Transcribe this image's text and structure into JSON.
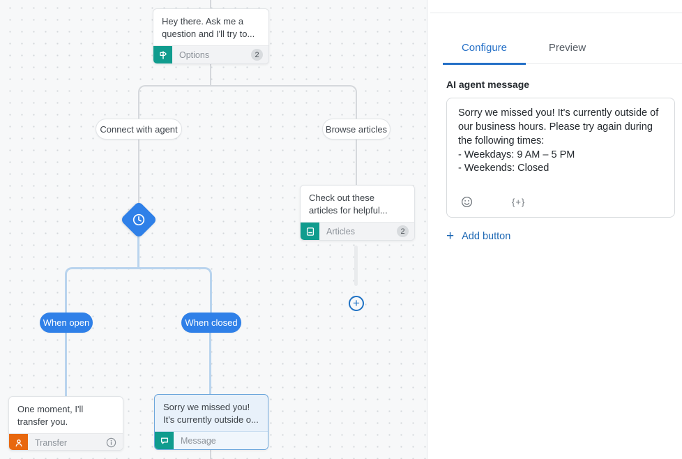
{
  "canvas": {
    "nodes": {
      "welcome": {
        "text": "Hey there. Ask me a\nquestion and I'll try to...",
        "type_label": "Options",
        "badge": "2"
      },
      "articles": {
        "text": "Check out these\narticles for helpful...",
        "type_label": "Articles",
        "badge": "2"
      },
      "transfer": {
        "text": "One moment, I'll\ntransfer you.",
        "type_label": "Transfer"
      },
      "message": {
        "text": "Sorry we missed you!\nIt's currently outside o...",
        "type_label": "Message"
      }
    },
    "branch_labels": {
      "connect": "Connect with agent",
      "browse": "Browse articles",
      "when_open": "When open",
      "when_closed": "When closed"
    },
    "icons": {
      "options": "signpost-icon",
      "articles": "document-icon",
      "transfer": "person-icon",
      "message": "chat-bubble-icon",
      "condition": "clock-icon",
      "add_node": "plus-icon",
      "info": "info-icon"
    },
    "colors": {
      "teal": "#109c8e",
      "orange": "#e8680f",
      "node_blue": "#2f80e8",
      "line_gray": "#d5d8dc",
      "line_blue": "#b9d4ee",
      "selected_border": "#6da7dc"
    }
  },
  "panel": {
    "tabs": [
      {
        "label": "Configure",
        "active": true
      },
      {
        "label": "Preview",
        "active": false
      }
    ],
    "section_title": "AI agent message",
    "message_text": "Sorry we missed you! It's currently outside of our business hours. Please try again during the following times:\n- Weekdays: 9 AM – 5 PM\n- Weekends: Closed",
    "insert_token": "{+}",
    "add_button_label": "Add button",
    "colors": {
      "tab_active": "#2570c7",
      "link_blue": "#1b66b3"
    }
  }
}
